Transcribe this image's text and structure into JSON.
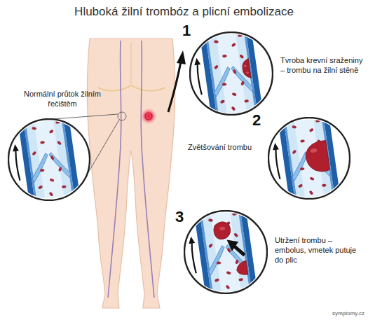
{
  "diagram": {
    "title": "Hluboká žilní trombóz a plicní embolizace",
    "labels": [
      "Normální průtok žilním řečištěm",
      "1",
      "Tvroba krevní sraženiny – trombu na žilní stěně",
      "2",
      "Zvětšování trombu",
      "3",
      "Utržení trombu – embolus, vmetek putuje do plic",
      "symptomy.cz"
    ]
  }
}
